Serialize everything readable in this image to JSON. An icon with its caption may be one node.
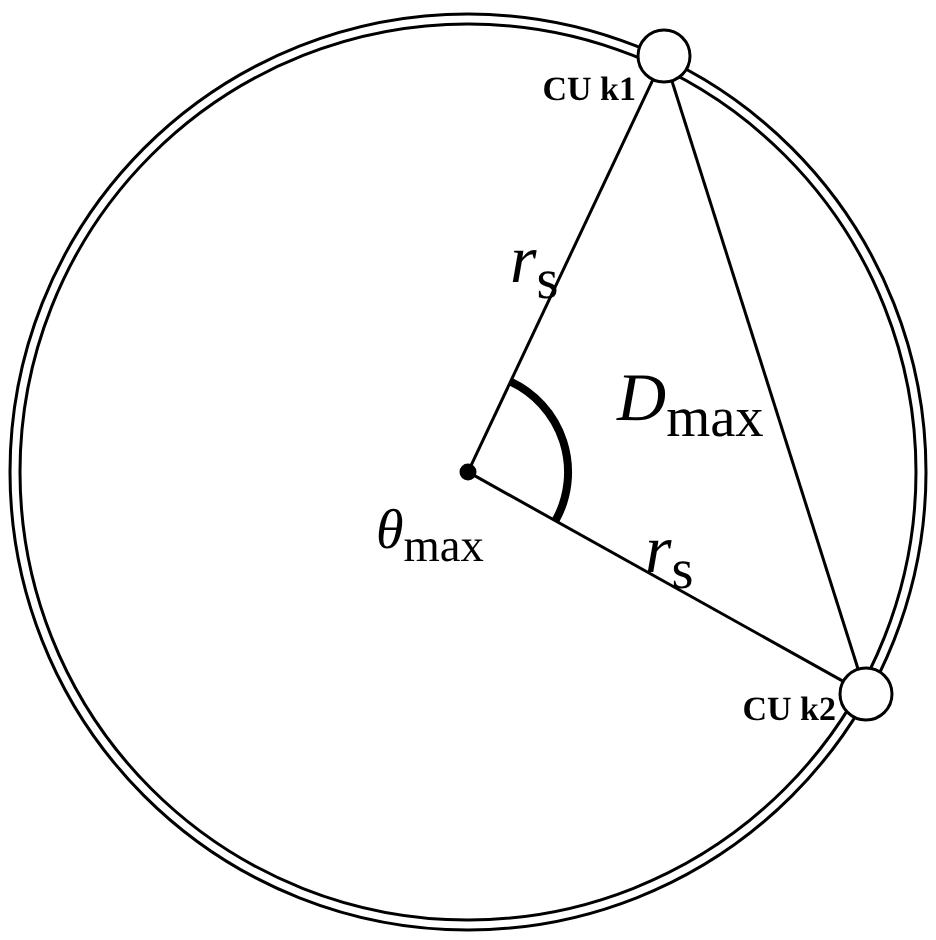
{
  "diagram": {
    "nodes": [
      {
        "text": [],
        "shape": "circle",
        "beside": [
          "*θ*$_{max}$"
        ]
      },
      {
        "text": [],
        "shape": "circle",
        "beside": [
          "CU k1"
        ]
      },
      {
        "text": [],
        "shape": "circle",
        "beside": [
          "CU k2"
        ]
      }
    ],
    "edges": [
      {
        "from": 0,
        "to": 1,
        "arrow": "none",
        "label": "*r*$_{s}$"
      },
      {
        "from": 0,
        "to": 2,
        "arrow": "none",
        "label": "*r*$_{s}$"
      },
      {
        "from": 1,
        "to": 2,
        "arrow": "none",
        "label": "*D*$_{max}$"
      }
    ]
  }
}
